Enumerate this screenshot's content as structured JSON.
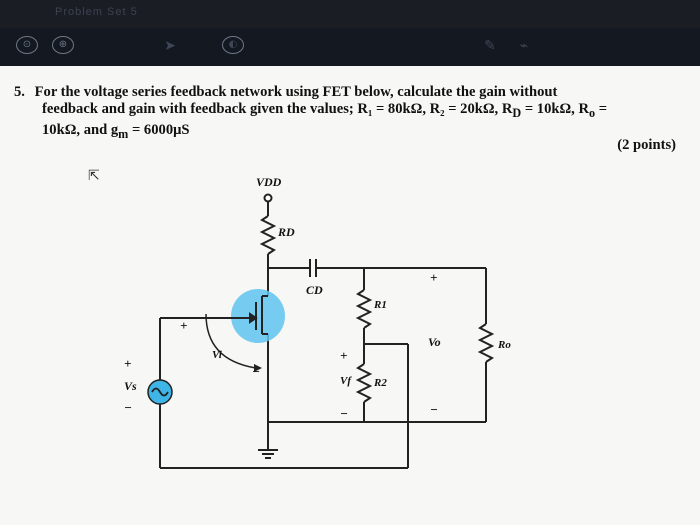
{
  "window": {
    "title": "Problem Set 5"
  },
  "toolbar": {
    "buttons": [
      {
        "icon": "circle-icon",
        "glyph": "⊙"
      },
      {
        "icon": "down-arrow-icon",
        "glyph": "⊕"
      },
      {
        "icon": "cursor-icon",
        "glyph": "➤"
      },
      {
        "icon": "eraser-icon",
        "glyph": "◐"
      },
      {
        "icon": "pen-icon",
        "glyph": "✎"
      },
      {
        "icon": "highlighter-icon",
        "glyph": "⌁"
      }
    ]
  },
  "question": {
    "number": "5.",
    "line1": "For the voltage series feedback network using FET below, calculate the gain without",
    "line2": "feedback and gain with feedback given the values; R₁ = 80kΩ, R₂ = 20kΩ, R",
    "line2_sub": "D",
    "line2_end": " = 10kΩ, R",
    "line2_sub2": "o",
    "line2_tail": " =",
    "line3": "10kΩ, and g",
    "line3_sub": "m",
    "line3_end": " = 6000μS",
    "points": "(2 points)"
  },
  "circuit": {
    "vdd": "VDD",
    "rd": "RD",
    "cd": "CD",
    "r1": "R1",
    "r2": "R2",
    "ro": "Ro",
    "vo": "Vo",
    "vf": "Vf",
    "vi": "Vi",
    "vs": "Vs",
    "plus": "+",
    "minus": "−"
  },
  "colors": {
    "fet_highlight": "#5fc3ee",
    "source_circle": "#3fb4e6",
    "wire": "#222222"
  }
}
